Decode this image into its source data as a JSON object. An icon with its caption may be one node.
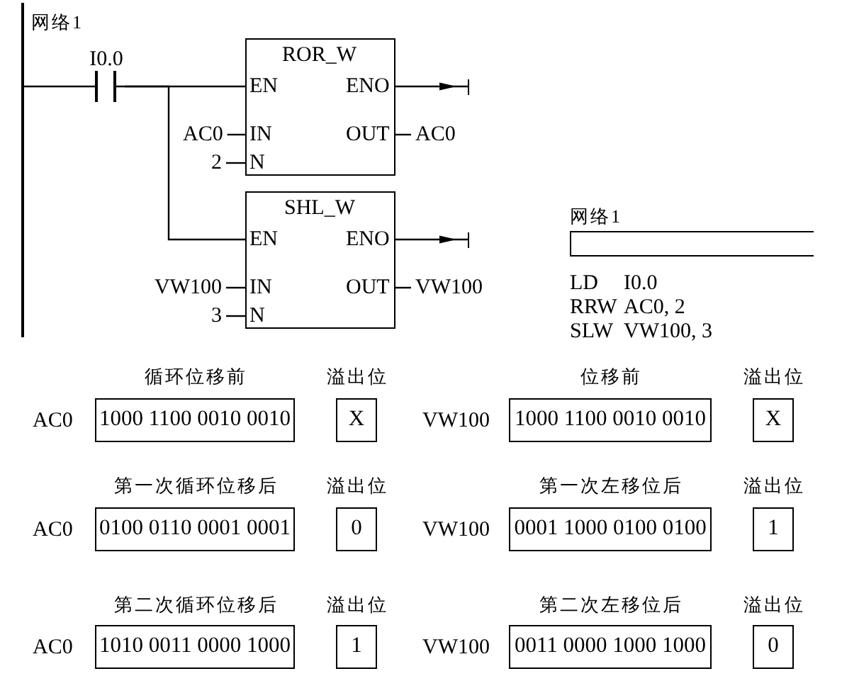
{
  "diagram": {
    "nodes": [
      {
        "text": [],
        "shape": "bar"
      },
      {
        "text": [
          "I0.0"
        ]
      },
      {
        "text": [
          "ROR_W",
          "EN",
          "ENO",
          "IN",
          "OUT",
          "N"
        ]
      },
      {
        "text": [],
        "shape": "bar"
      },
      {
        "text": [
          "AC0"
        ]
      },
      {
        "text": [
          "AC0"
        ]
      },
      {
        "text": [
          "2"
        ]
      },
      {
        "text": [
          "SHL_W",
          "EN",
          "ENO",
          "IN",
          "OUT",
          "N"
        ]
      },
      {
        "text": [],
        "shape": "bar"
      },
      {
        "text": [
          "VW100"
        ]
      },
      {
        "text": [
          "VW100"
        ]
      },
      {
        "text": [
          "3"
        ]
      },
      {
        "text": [],
        "shape": "box",
        "beside": [
          "网络1"
        ]
      },
      {
        "text": [
          "1000 1100 0010 0010"
        ],
        "beside": [
          "AC0"
        ]
      },
      {
        "text": [
          "X"
        ]
      },
      {
        "text": [
          "1000 1100 0010 0010"
        ],
        "beside": [
          "VW100"
        ]
      },
      {
        "text": [
          "X"
        ]
      },
      {
        "text": [
          "0100 0110 0001 0001"
        ],
        "beside": [
          "AC0"
        ]
      },
      {
        "text": [
          "0"
        ]
      },
      {
        "text": [
          "0001 1000 0100 0100"
        ],
        "beside": [
          "VW100"
        ]
      },
      {
        "text": [
          "1"
        ]
      },
      {
        "text": [
          "1010 0011 0000 1000"
        ],
        "beside": [
          "AC0"
        ]
      },
      {
        "text": [
          "1"
        ]
      },
      {
        "text": [
          "0011 0000 1000 1000"
        ],
        "beside": [
          "VW100"
        ]
      },
      {
        "text": [
          "0"
        ]
      }
    ],
    "edges": [
      {
        "from": 0,
        "to": 1,
        "arrow": "none"
      },
      {
        "from": 1,
        "to": 2,
        "arrow": "none"
      },
      {
        "from": 1,
        "to": 7,
        "arrow": "none"
      },
      {
        "from": 2,
        "to": 3,
        "arrow": "to"
      },
      {
        "from": 4,
        "to": 2,
        "arrow": "none"
      },
      {
        "from": 2,
        "to": 5,
        "arrow": "none"
      },
      {
        "from": 6,
        "to": 2,
        "arrow": "none"
      },
      {
        "from": 7,
        "to": 8,
        "arrow": "to"
      },
      {
        "from": 9,
        "to": 7,
        "arrow": "none"
      },
      {
        "from": 7,
        "to": 10,
        "arrow": "none"
      },
      {
        "from": 11,
        "to": 7,
        "arrow": "none"
      }
    ],
    "labels": [
      "网络1",
      "LD",
      "I0.0",
      "RRW",
      "AC0, 2",
      "SLW",
      "VW100, 3",
      "循环位移前",
      "溢出位",
      "位移前",
      "溢出位",
      "第一次循环位移后",
      "溢出位",
      "第一次左移位后",
      "溢出位",
      "第二次循环位移后",
      "溢出位",
      "第二次左移位后",
      "溢出位"
    ]
  }
}
